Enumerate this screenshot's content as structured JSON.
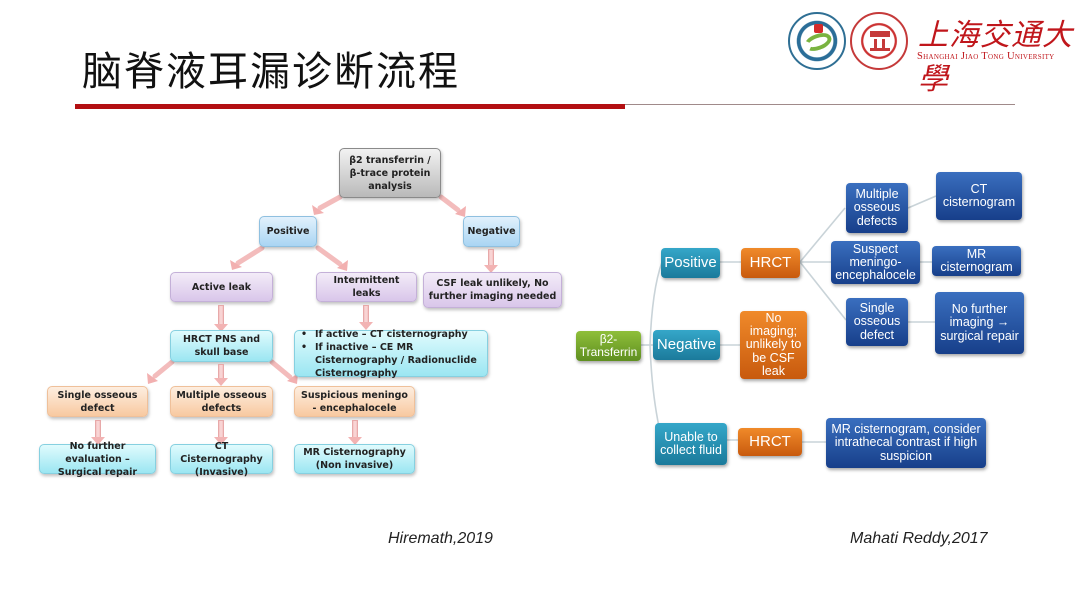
{
  "slide": {
    "title": "脑脊液耳漏诊断流程",
    "accent_color": "#b30f12"
  },
  "branding": {
    "logo_left": "hospital-emblem",
    "logo_right": "university-seal",
    "university_name_cn": "上海交通大學",
    "university_name_en": "Shanghai Jiao Tong University"
  },
  "left_flowchart": {
    "root": "β2 transferrin / β-trace protein analysis",
    "positive": "Positive",
    "negative": "Negative",
    "active_leak": "Active leak",
    "intermittent_leaks": "Intermittent leaks",
    "negative_result": "CSF leak unlikely, No further imaging needed",
    "hrct": "HRCT PNS and skull base",
    "intermittent_plan": [
      "If active – CT cisternography",
      "If inactive – CE MR Cisternography / Radionuclide Cisternography"
    ],
    "single_defect": "Single osseous defect",
    "multiple_defects": "Multiple osseous defects",
    "suspicious_mec": "Suspicious meningo - encephalocele",
    "single_outcome": "No further evaluation – Surgical repair",
    "multiple_outcome": "CT Cisternography (Invasive)",
    "mec_outcome": "MR Cisternography (Non invasive)",
    "citation": "Hiremath,2019"
  },
  "right_mindmap": {
    "root": "β2-Transferrin",
    "positive": "Positive",
    "negative": "Negative",
    "unable": "Unable to collect fluid",
    "hrct_positive": "HRCT",
    "negative_result": "No imaging; unlikely to be CSF leak",
    "hrct_unable": "HRCT",
    "multiple_defects": "Multiple osseous defects",
    "suspect_mec": "Suspect meningo-encephalocele",
    "single_defect": "Single osseous defect",
    "ct_cisternogram": "CT cisternogram",
    "mr_cisternogram": "MR cisternogram",
    "single_outcome": "No further imaging → surgical repair",
    "unable_outcome": "MR cisternogram, consider intrathecal contrast if high suspicion",
    "citation": "Mahati Reddy,2017"
  }
}
